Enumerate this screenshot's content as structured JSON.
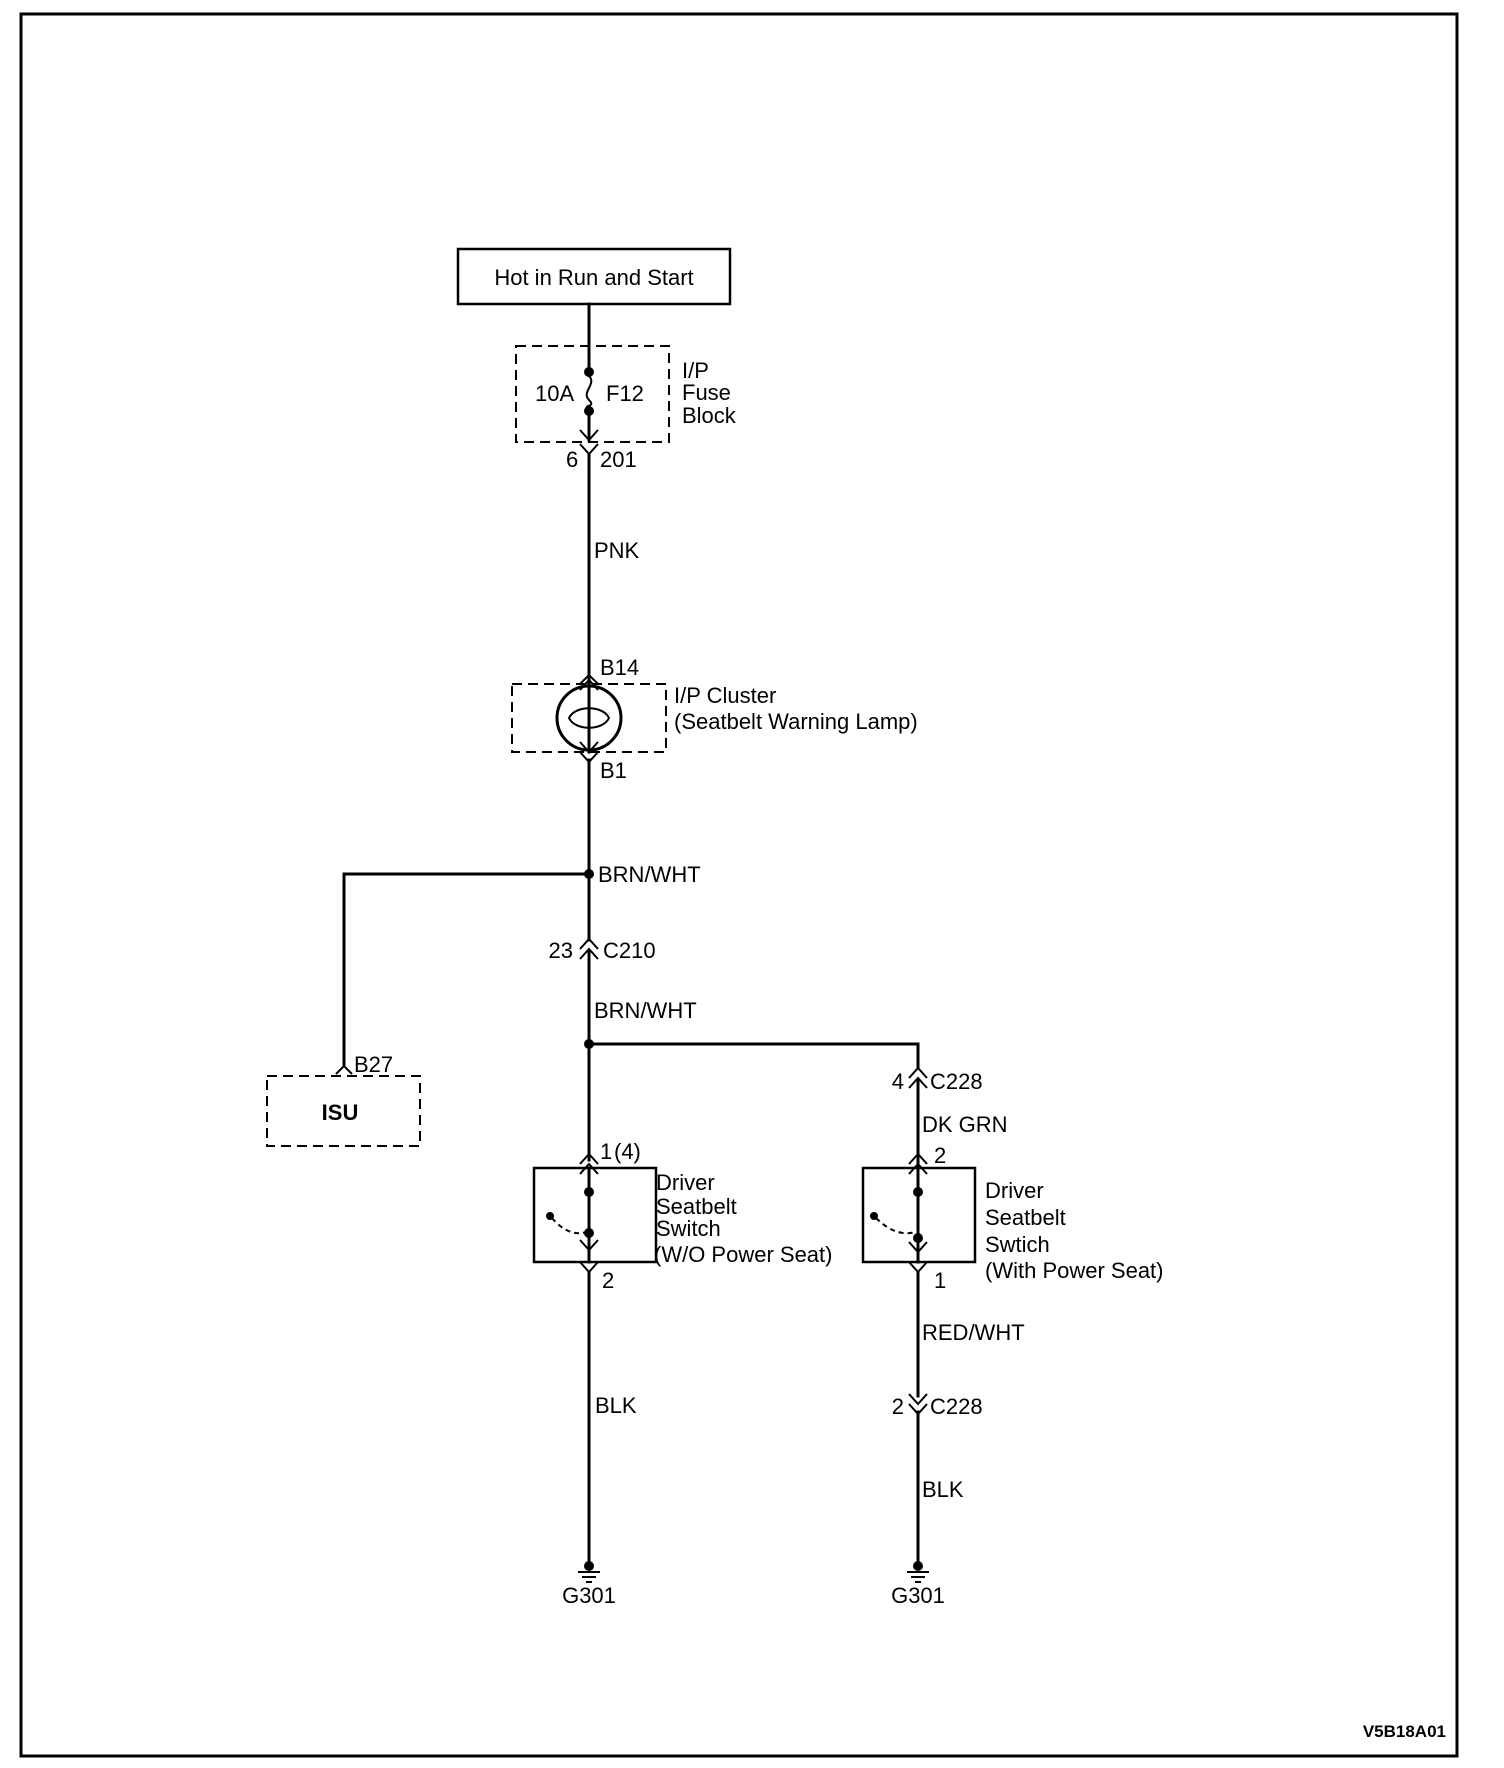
{
  "power_source": {
    "label": "Hot in Run and Start"
  },
  "fuse_block": {
    "rating": "10A",
    "fuse_id": "F12",
    "name_lines": [
      "I/P",
      "Fuse",
      "Block"
    ],
    "pin": "6",
    "connector": "201"
  },
  "wires": {
    "pnk": "PNK",
    "brn_wht_upper": "BRN/WHT",
    "brn_wht_lower": "BRN/WHT",
    "dk_grn": "DK GRN",
    "blk_left": "BLK",
    "red_wht": "RED/WHT",
    "blk_right": "BLK"
  },
  "cluster": {
    "pin_top": "B14",
    "pin_bottom": "B1",
    "name_lines": [
      "I/P Cluster",
      "(Seatbelt Warning Lamp)"
    ]
  },
  "connector_c210": {
    "pin": "23",
    "name": "C210"
  },
  "isu": {
    "label": "ISU",
    "pin": "B27"
  },
  "switch_wo_power": {
    "pin_top": "1",
    "pin_top_alt": "(4)",
    "pin_bottom": "2",
    "name_lines": [
      "Driver",
      "Seatbelt",
      "Switch",
      "(W/O Power Seat)"
    ]
  },
  "connector_c228_upper": {
    "pin": "4",
    "name": "C228"
  },
  "switch_with_power": {
    "pin_top": "2",
    "pin_bottom": "1",
    "name_lines": [
      "Driver",
      "Seatbelt",
      "Swtich",
      "(With Power Seat)"
    ]
  },
  "connector_c228_lower": {
    "pin": "2",
    "name": "C228"
  },
  "grounds": {
    "left": "G301",
    "right": "G301"
  },
  "figure_code": "V5B18A01"
}
